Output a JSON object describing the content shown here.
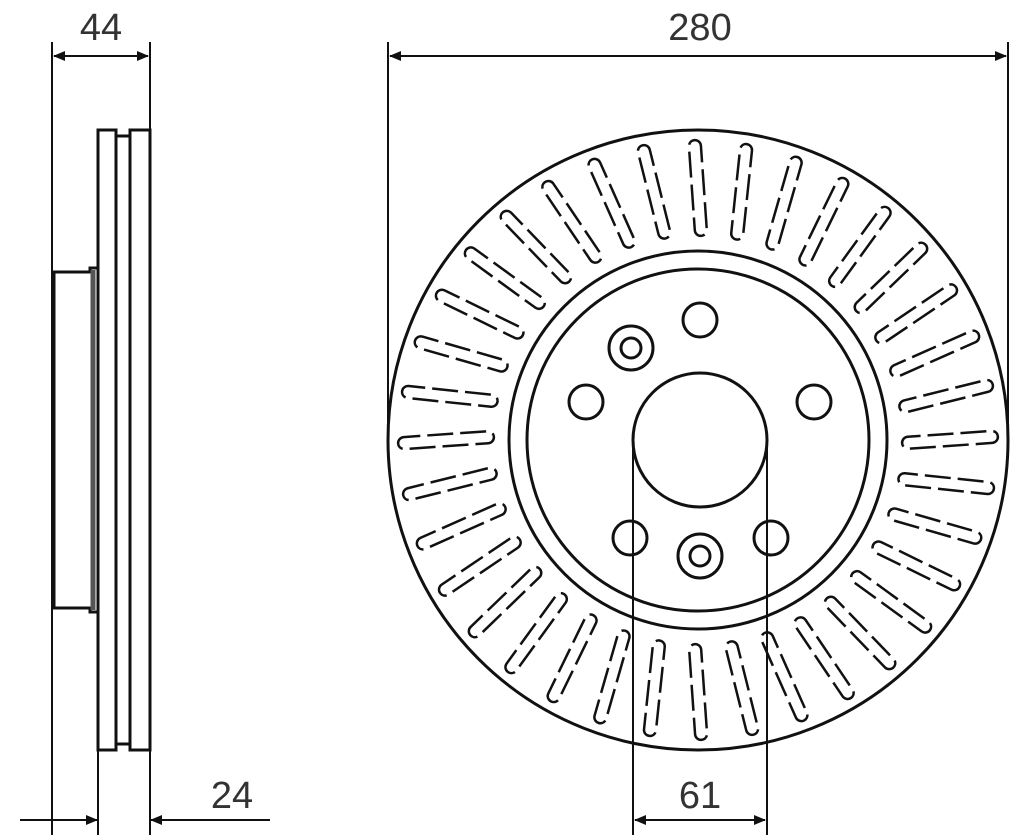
{
  "dimensions": {
    "outer_diameter": "280",
    "total_height": "44",
    "disc_thickness": "24",
    "center_bore": "61"
  },
  "colors": {
    "line": "#111111",
    "text": "#333333",
    "background": "#ffffff"
  },
  "rotor": {
    "vent_slot_count": 36,
    "bolt_holes": 5,
    "threaded_holes": 2
  }
}
